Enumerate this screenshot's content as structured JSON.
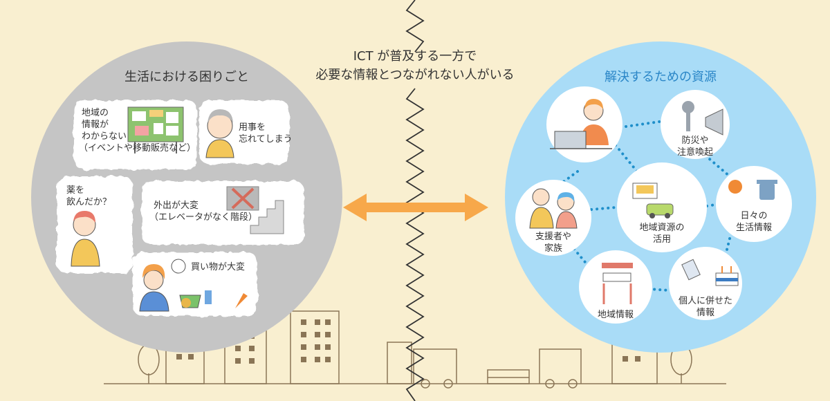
{
  "headline": {
    "line1": "ICT が普及する一方で",
    "line2": "必要な情報とつながれない人がいる"
  },
  "left_panel": {
    "title": "生活における困りごと",
    "items": [
      {
        "lines": [
          "地域の",
          "情報が",
          "わからない",
          "（イベントや移動販売など）"
        ]
      },
      {
        "lines": [
          "用事を",
          "忘れてしまう"
        ]
      },
      {
        "lines": [
          "薬を",
          "飲んだか？"
        ]
      },
      {
        "lines": [
          "外出が大変",
          "（エレベータがなく階段）"
        ]
      },
      {
        "lines": [
          "買い物が大変"
        ]
      }
    ]
  },
  "right_panel": {
    "title": "解決するための資源",
    "nodes": [
      {
        "lines": [
          "防災や",
          "注意喚起"
        ]
      },
      {
        "lines": [
          "日々の",
          "生活情報"
        ]
      },
      {
        "lines": [
          "個人に併せた",
          "情報"
        ]
      },
      {
        "lines": [
          "地域情報"
        ]
      },
      {
        "lines": [
          "支援者や",
          "家族"
        ]
      },
      {
        "lines": [
          "地域資源の",
          "活用"
        ]
      }
    ]
  },
  "colors": {
    "background": "#f9efd0",
    "left_circle": "#c5c5c5",
    "right_circle": "#a9dcf7",
    "right_title": "#2a86c7",
    "arrow": "#f7a84a",
    "dots": "#1f8fca",
    "outline": "#8a7556"
  },
  "icons": {
    "arrow": "double-arrow-icon",
    "divider": "zigzag-divider-icon"
  }
}
